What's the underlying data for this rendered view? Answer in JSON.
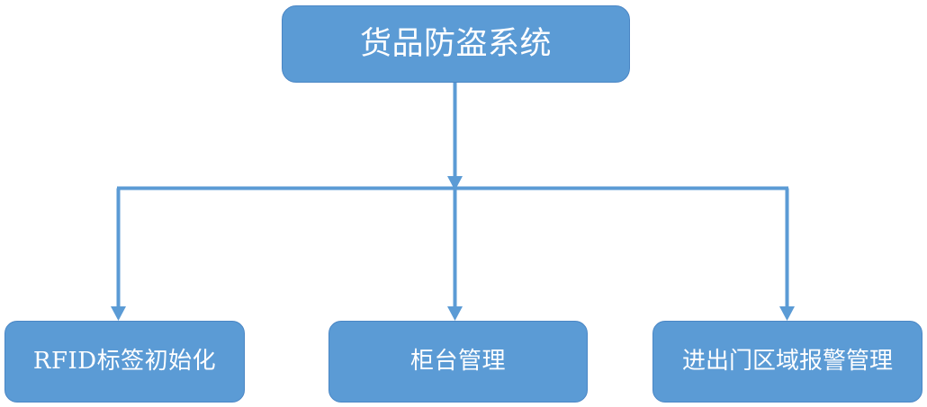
{
  "diagram": {
    "title": "货品防盗系统",
    "type": "hierarchy-tree",
    "orientation": "top-down",
    "colors": {
      "node_fill": "#5B9BD5",
      "node_border": "#4A86C5",
      "node_text": "#FFFFFF",
      "connector": "#5B9BD5",
      "background": "#FFFFFF"
    },
    "root": {
      "label": "货品防盗系统"
    },
    "children": [
      {
        "label": "RFID标签初始化"
      },
      {
        "label": "柜台管理"
      },
      {
        "label": "进出门区域报警管理"
      }
    ],
    "connectors": {
      "root_stem_arrow": "arrow-down-icon",
      "branch_arrows": [
        "arrow-down-icon",
        "arrow-down-icon",
        "arrow-down-icon"
      ]
    }
  }
}
